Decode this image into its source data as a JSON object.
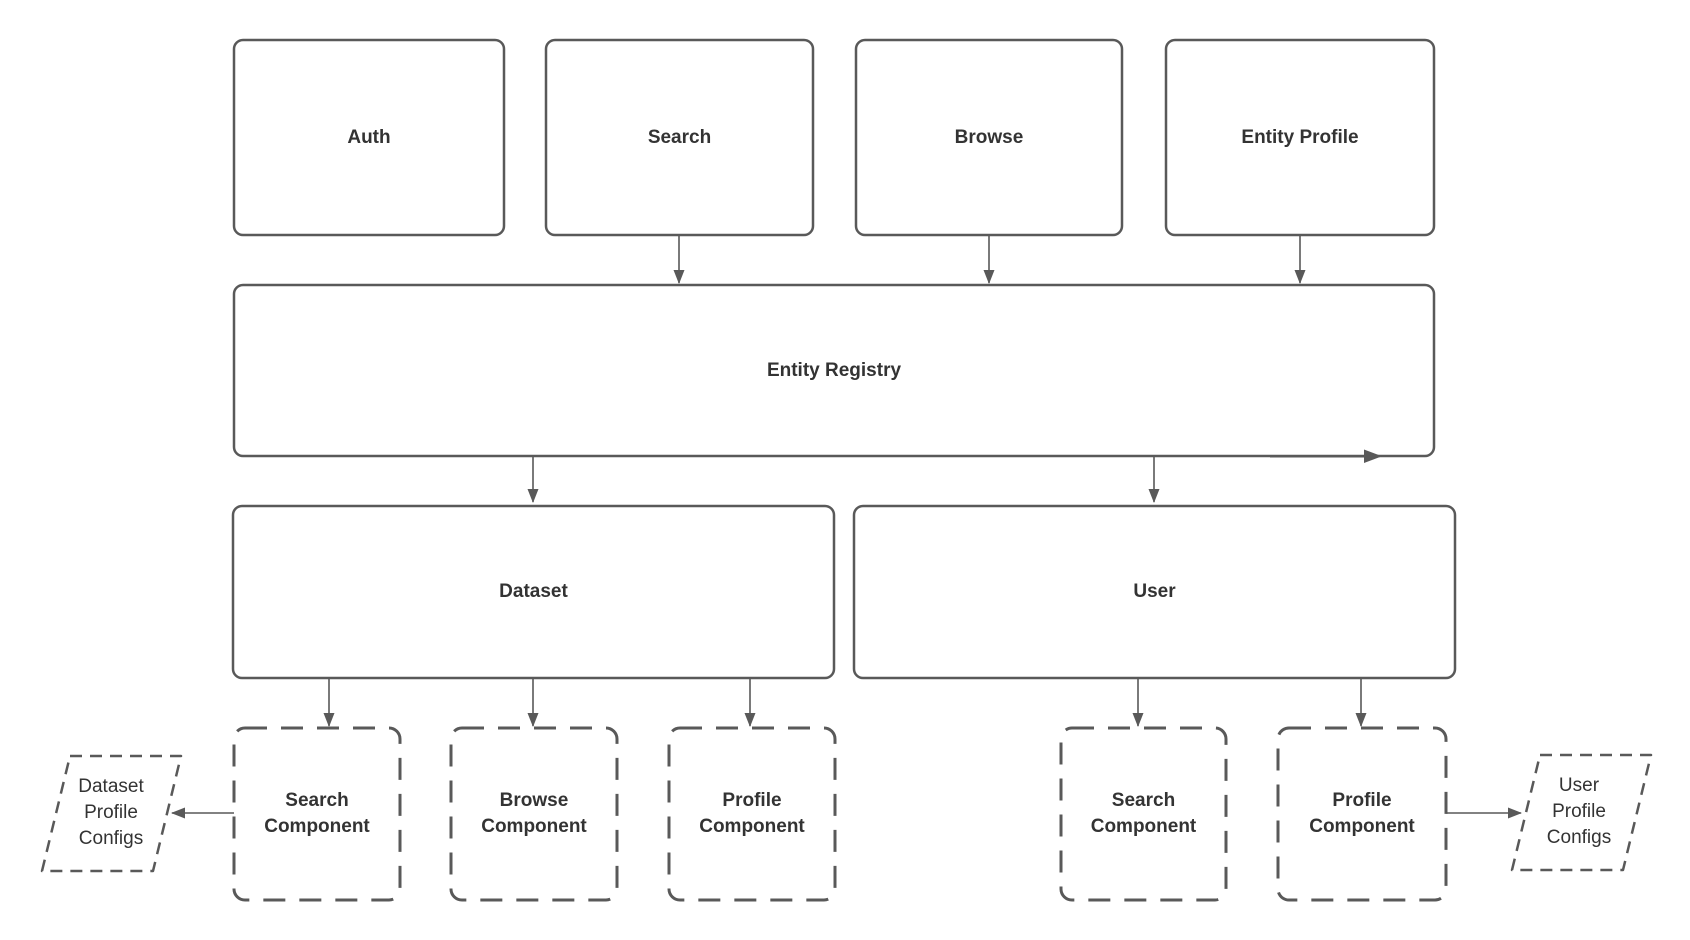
{
  "diagram": {
    "colors": {
      "stroke": "#595959",
      "text": "#333333",
      "background": "#ffffff"
    },
    "nodes": {
      "auth": {
        "label": "Auth",
        "shape": "rounded-rect",
        "border": "solid"
      },
      "search": {
        "label": "Search",
        "shape": "rounded-rect",
        "border": "solid"
      },
      "browse": {
        "label": "Browse",
        "shape": "rounded-rect",
        "border": "solid"
      },
      "entity_profile": {
        "label": "Entity Profile",
        "shape": "rounded-rect",
        "border": "solid"
      },
      "entity_registry": {
        "label": "Entity Registry",
        "shape": "rounded-rect",
        "border": "solid"
      },
      "dataset": {
        "label": "Dataset",
        "shape": "rounded-rect",
        "border": "solid"
      },
      "user": {
        "label": "User",
        "shape": "rounded-rect",
        "border": "solid"
      },
      "dataset_search_component": {
        "label": "Search\nComponent",
        "shape": "rounded-rect",
        "border": "dashed"
      },
      "dataset_browse_component": {
        "label": "Browse\nComponent",
        "shape": "rounded-rect",
        "border": "dashed"
      },
      "dataset_profile_component": {
        "label": "Profile\nComponent",
        "shape": "rounded-rect",
        "border": "dashed"
      },
      "user_search_component": {
        "label": "Search\nComponent",
        "shape": "rounded-rect",
        "border": "dashed"
      },
      "user_profile_component": {
        "label": "Profile\nComponent",
        "shape": "rounded-rect",
        "border": "dashed"
      },
      "dataset_profile_configs": {
        "label": "Dataset\nProfile\nConfigs",
        "shape": "parallelogram",
        "border": "dashed"
      },
      "user_profile_configs": {
        "label": "User\nProfile\nConfigs",
        "shape": "parallelogram",
        "border": "dashed"
      }
    },
    "edges": [
      {
        "from": "search",
        "to": "entity_registry"
      },
      {
        "from": "browse",
        "to": "entity_registry"
      },
      {
        "from": "entity_profile",
        "to": "entity_registry"
      },
      {
        "from": "entity_registry",
        "to": "dataset"
      },
      {
        "from": "entity_registry",
        "to": "user"
      },
      {
        "from": "entity_registry",
        "to": "entity_registry_bottom_right"
      },
      {
        "from": "dataset",
        "to": "dataset_search_component"
      },
      {
        "from": "dataset",
        "to": "dataset_browse_component"
      },
      {
        "from": "dataset",
        "to": "dataset_profile_component"
      },
      {
        "from": "user",
        "to": "user_search_component"
      },
      {
        "from": "user",
        "to": "user_profile_component"
      },
      {
        "from": "dataset_search_component",
        "to": "dataset_profile_configs"
      },
      {
        "from": "user_profile_component",
        "to": "user_profile_configs"
      }
    ]
  }
}
